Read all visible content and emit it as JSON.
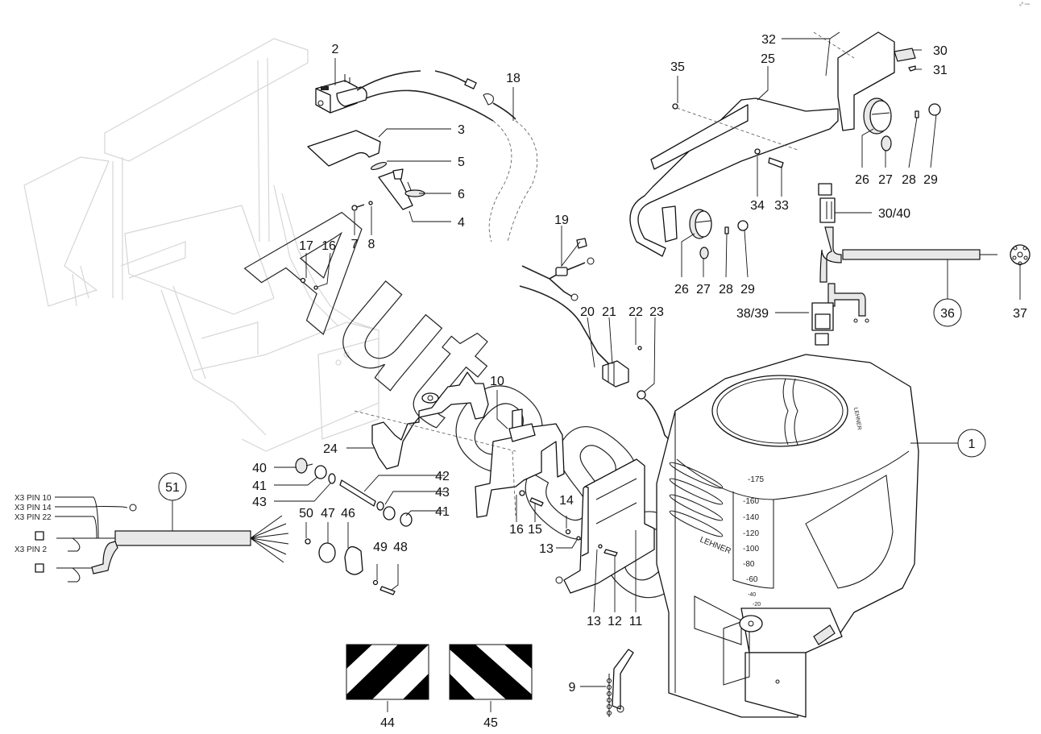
{
  "corner_mark": "ₒ⁰ ▫▫▫",
  "watermark": "AutoSoft",
  "callouts": {
    "p1": "1",
    "p2": "2",
    "p3": "3",
    "p4": "4",
    "p5": "5",
    "p6": "6",
    "p7": "7",
    "p8": "8",
    "p9": "9",
    "p10": "10",
    "p11": "11",
    "p12": "12",
    "p13a": "13",
    "p13b": "13",
    "p14": "14",
    "p15": "15",
    "p16a": "16",
    "p16b": "16",
    "p17": "17",
    "p18": "18",
    "p19": "19",
    "p20": "20",
    "p21": "21",
    "p22": "22",
    "p23": "23",
    "p24": "24",
    "p25": "25",
    "p26a": "26",
    "p26b": "26",
    "p27a": "27",
    "p27b": "27",
    "p28a": "28",
    "p28b": "28",
    "p29a": "29",
    "p29b": "29",
    "p30": "30",
    "p31": "31",
    "p32": "32",
    "p33": "33",
    "p34": "34",
    "p35": "35",
    "p30_40": "30/40",
    "p36": "36",
    "p37": "37",
    "p38_39": "38/39",
    "p40": "40",
    "p41a": "41",
    "p41b": "41",
    "p42": "42",
    "p43a": "43",
    "p43b": "43",
    "p44": "44",
    "p45": "45",
    "p46": "46",
    "p47": "47",
    "p48": "48",
    "p49": "49",
    "p50": "50",
    "p51": "51"
  },
  "harness_pins": {
    "pin10": "X3 PIN 10",
    "pin14": "X3 PIN 14",
    "pin22": "X3 PIN 22",
    "pin2": "X3 PIN 2"
  },
  "hopper": {
    "brand": "LEHNER",
    "lid_mark": "LEHNER",
    "scale": [
      "-175",
      "-160",
      "-140",
      "-120",
      "-100",
      "-80",
      "-60",
      "-40",
      "-20"
    ]
  }
}
